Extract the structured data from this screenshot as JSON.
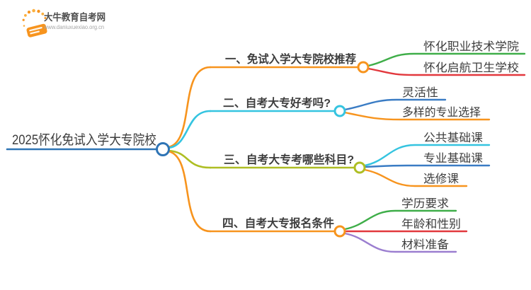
{
  "logo": {
    "icon": "sunburst-book-icon",
    "name": "大牛教育自考网",
    "url": "www.daniuxuexiao.org.cn",
    "accent": "#f7941e"
  },
  "colors": {
    "root_blue": "#2e74b5",
    "orange": "#f7941e",
    "cyan": "#35c4e0",
    "olive": "#aebe23",
    "green": "#3fae49",
    "red": "#e2383d",
    "blue": "#3a7cc4",
    "purple": "#9b7ed0",
    "text": "#3d3d3d"
  },
  "mindmap": {
    "root": {
      "label": "2025怀化免试入学大专院校",
      "color": "#2e74b5"
    },
    "branches": [
      {
        "label": "一、免试入学大专院校推荐",
        "color": "#f7941e",
        "children": [
          {
            "label": "怀化职业技术学院",
            "color": "#3fae49"
          },
          {
            "label": "怀化启航卫生学校",
            "color": "#e2383d"
          }
        ]
      },
      {
        "label": "二、自考大专好考吗?",
        "color": "#35c4e0",
        "children": [
          {
            "label": "灵活性",
            "color": "#3a7cc4"
          },
          {
            "label": "多样的专业选择",
            "color": "#f7941e"
          }
        ]
      },
      {
        "label": "三、自考大专考哪些科目?",
        "color": "#aebe23",
        "children": [
          {
            "label": "公共基础课",
            "color": "#35c4e0"
          },
          {
            "label": "专业基础课",
            "color": "#3a7cc4"
          },
          {
            "label": "选修课",
            "color": "#f7941e"
          }
        ]
      },
      {
        "label": "四、自考大专报名条件",
        "color": "#f7941e",
        "children": [
          {
            "label": "学历要求",
            "color": "#3fae49"
          },
          {
            "label": "年龄和性别",
            "color": "#e2383d"
          },
          {
            "label": "材料准备",
            "color": "#9b7ed0"
          }
        ]
      }
    ]
  }
}
